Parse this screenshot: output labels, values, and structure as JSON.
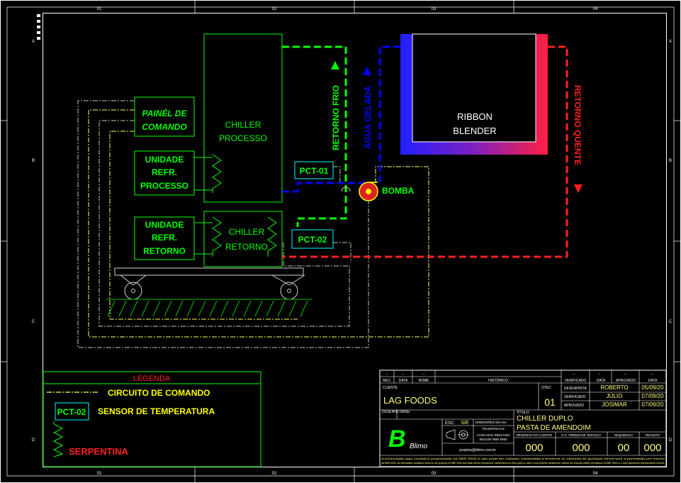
{
  "sheet": {
    "columns": [
      "01",
      "02",
      "03",
      "04"
    ],
    "rows": [
      "A",
      "B",
      "C",
      "D"
    ]
  },
  "equipment": {
    "painel": [
      "PAINÉL DE",
      "COMANDO"
    ],
    "unidade_processo": [
      "UNIDADE",
      "REFR.",
      "PROCESSO"
    ],
    "unidade_retorno": [
      "UNIDADE",
      "REFR.",
      "RETORNO"
    ],
    "chiller_processo": [
      "CHILLER",
      "PROCESSO"
    ],
    "chiller_retorno": [
      "CHILLER",
      "RETORNO"
    ],
    "ribbon": [
      "RIBBON",
      "BLENDER"
    ],
    "pct01": "PCT-01",
    "pct02": "PCT-02",
    "bomba": "BOMBA"
  },
  "flows": {
    "retorno_frio": "RETORNO FRIO",
    "agua_gelada": "ÁGUA GELADA",
    "retorno_quente": "RETORNO QUENTE"
  },
  "legend": {
    "title": "LEGENDA",
    "circuito": "CIRCUITO DE COMANDO",
    "sensor_tag": "PCT-02",
    "sensor": "SENSOR DE TEMPERATURA",
    "serpentina": "SERPENTINA"
  },
  "colors": {
    "green": "#00ff00",
    "blue": "#0000ff",
    "red": "#ff0000",
    "yellow": "#ffff00",
    "gray": "#808080",
    "cyan": "#00ffff"
  },
  "titleblock": {
    "rev_headers": [
      "REV.",
      "DATA",
      "NOME",
      "HISTÓRICO"
    ],
    "approval_headers": [
      "VERIFICADO",
      "DATA",
      "APROVADO",
      "DATA"
    ],
    "roles": [
      "DESENHISTA",
      "VERIFICADO",
      "APROVADO"
    ],
    "people": [
      "ROBERTO",
      "JÚLIO",
      "JOSIMAR"
    ],
    "dates": [
      "05/09/20",
      "07/09/20",
      "07/09/20"
    ],
    "cliente_label": "CLIENTE",
    "cliente": "LAG FOODS",
    "otec_label": "OTEC",
    "otec": "01",
    "titulo_label": "TÍTULO",
    "titulo": [
      "CHILLER DUPLO",
      "PASTA DE AMENDOIM"
    ],
    "desenho_label": "DESENHO BASE",
    "esc_label": "ESC:",
    "esc": "S/E",
    "dim_note": "DIMENSÕES EM mm",
    "tol_label": "TOLERÂNCIAS",
    "tol_note": "CASO NÃO INDICADO",
    "tol_note2": "SEGUIR NBR 9000",
    "email": "projetos@blimo.com.br",
    "logo": "Blimo",
    "bottom_headers": [
      "DESENHO DO CLIENTE",
      "O.S. ORDEM DE SERVIÇO",
      "SEQUÊNCIA",
      "REVISÃO"
    ],
    "bottom_values": [
      "000",
      "000",
      "00",
      "000"
    ],
    "disclaimer1": "A informação aqui contida é propriedade da NBR 9000 e não pode ser copiada, transmitida a terceiros ou utilizada de qualquer forma sem a permissão por escrito",
    "disclaimer2": "da NBR 9000. Its information contained herein is the property of NBR 9000 and shall not be reproduced, transmitted to a third party or used in any manner whatsoever without the express written permission of NBR 9000 or a duly authorized representative thereof."
  }
}
